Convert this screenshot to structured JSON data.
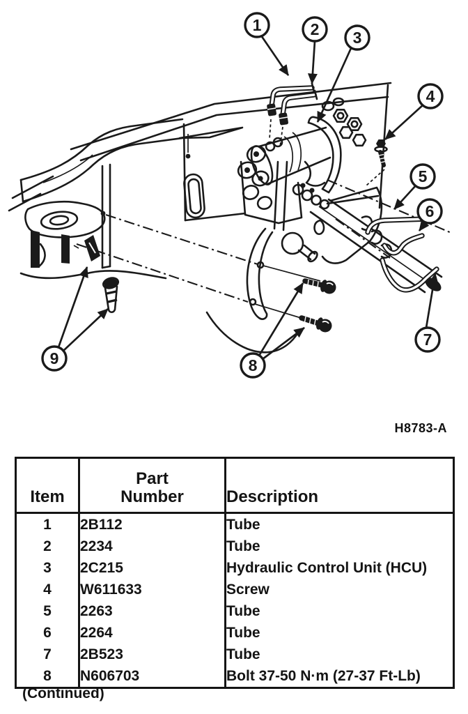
{
  "figure": {
    "code": "H8783-A",
    "callouts": [
      {
        "label": "1"
      },
      {
        "label": "2"
      },
      {
        "label": "3"
      },
      {
        "label": "4"
      },
      {
        "label": "5"
      },
      {
        "label": "6"
      },
      {
        "label": "7"
      },
      {
        "label": "8"
      },
      {
        "label": "9"
      }
    ]
  },
  "table": {
    "headers": {
      "item": "Item",
      "part_line1": "Part",
      "part_line2": "Number",
      "description": "Description"
    },
    "rows": [
      {
        "item": "1",
        "part": "2B112",
        "description": "Tube"
      },
      {
        "item": "2",
        "part": "2234",
        "description": "Tube"
      },
      {
        "item": "3",
        "part": "2C215",
        "description": "Hydraulic Control Unit (HCU)"
      },
      {
        "item": "4",
        "part": "W611633",
        "description": "Screw"
      },
      {
        "item": "5",
        "part": "2263",
        "description": "Tube"
      },
      {
        "item": "6",
        "part": "2264",
        "description": "Tube"
      },
      {
        "item": "7",
        "part": "2B523",
        "description": "Tube"
      },
      {
        "item": "8",
        "part": "N606703",
        "description": "Bolt 37-50 N·m (27-37 Ft-Lb)"
      }
    ],
    "continued_note": "(Continued)"
  },
  "ink_color": "#1a1a1a"
}
